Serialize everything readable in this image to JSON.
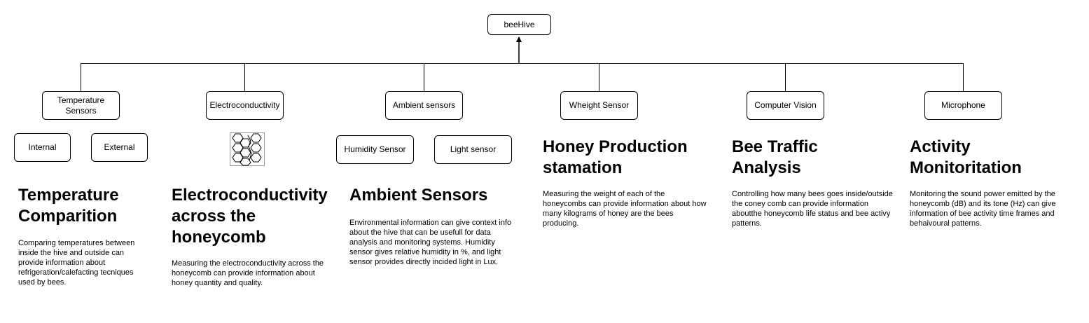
{
  "root": {
    "label": "beeHive"
  },
  "categories": {
    "temperature": {
      "label": "Temperature Sensors",
      "children": [
        "Internal",
        "External"
      ],
      "heading": "Temperature Comparition",
      "description": "Comparing temperatures between inside the hive and outside can provide information about refrigeration/calefacting tecniques used by bees."
    },
    "electro": {
      "label": "Electroconductivity",
      "image": "honeycomb-image",
      "heading": "Electroconductivity across the honeycomb",
      "description": "Measuring the electroconductivity across the honeycomb can provide information about honey quantity and quality."
    },
    "ambient": {
      "label": "Ambient sensors",
      "children": [
        "Humidity Sensor",
        "Light sensor"
      ],
      "heading": "Ambient Sensors",
      "description": "Environmental information can give context info about the hive  that can be usefull for data analysis and monitoring systems. Humidity sensor gives relative humidity in %, and light sensor provides directly incided light in Lux."
    },
    "weight": {
      "label": "Wheight Sensor",
      "heading": "Honey Production stamation",
      "description": "Measuring the weight of each of the honeycombs can provide information about how many kilograms of honey are the bees producing."
    },
    "vision": {
      "label": "Computer Vision",
      "heading": "Bee Traffic Analysis",
      "description": "Controlling how many bees goes inside/outside the coney comb can provide information aboutthe honeycomb life status and bee activy patterns."
    },
    "microphone": {
      "label": "Microphone",
      "heading": "Activity Monitoritation",
      "description": "Monitoring the sound power emitted by the honeycomb (dB) and its tone (Hz) can give information of bee activity time frames and behaivoural patterns."
    }
  }
}
